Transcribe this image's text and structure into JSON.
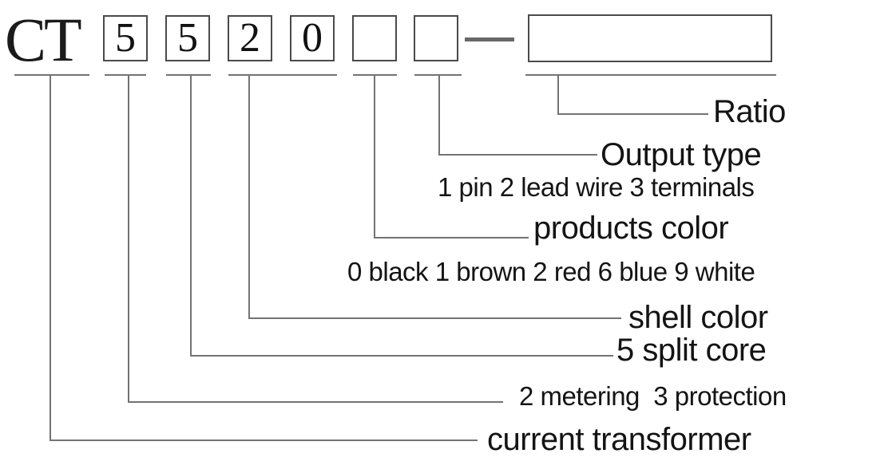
{
  "diagram": {
    "prefix": "CT",
    "code_boxes": [
      "5",
      "5",
      "2",
      "0",
      "",
      ""
    ],
    "ratio_box_value": "",
    "labels": {
      "ratio": "Ratio",
      "output_type": "Output type",
      "output_type_codes": "1 pin 2 lead wire 3 terminals",
      "products_color": "products color",
      "products_color_codes": "0 black 1 brown 2 red 6 blue 9 white",
      "shell_color": "shell color",
      "split_core": "5 split core",
      "metering_protection": "2 metering  3 protection",
      "current_transformer": "current transformer"
    },
    "colors": {
      "line": "#737373",
      "box_border": "#4a4a4a",
      "text": "#141414"
    }
  }
}
